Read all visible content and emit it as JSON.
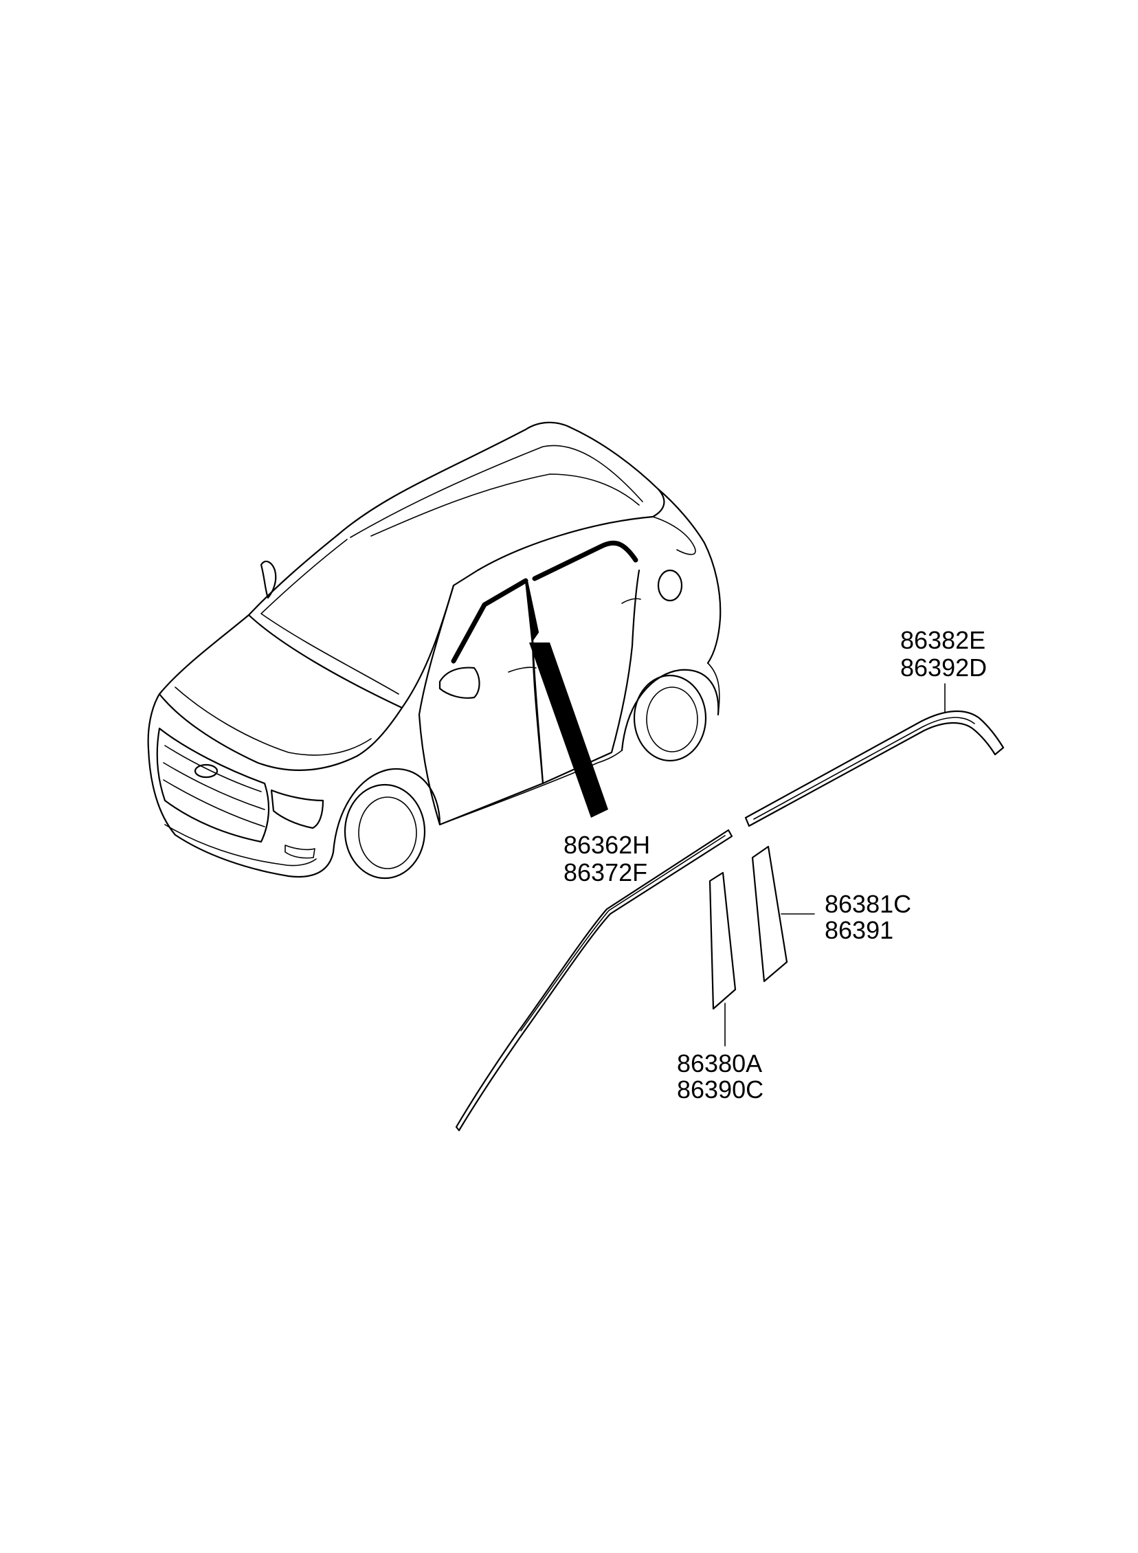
{
  "colors": {
    "line": "#000000",
    "background": "#ffffff"
  },
  "callouts": [
    {
      "id": "roof-rear-moulding",
      "codes": [
        "86382E",
        "86392D"
      ]
    },
    {
      "id": "front-door-frame-moulding",
      "codes": [
        "86362H",
        "86372F"
      ]
    },
    {
      "id": "rear-pillar-garnish",
      "codes": [
        "86381C",
        "86391"
      ]
    },
    {
      "id": "front-pillar-garnish",
      "codes": [
        "86380A",
        "86390C"
      ]
    }
  ]
}
